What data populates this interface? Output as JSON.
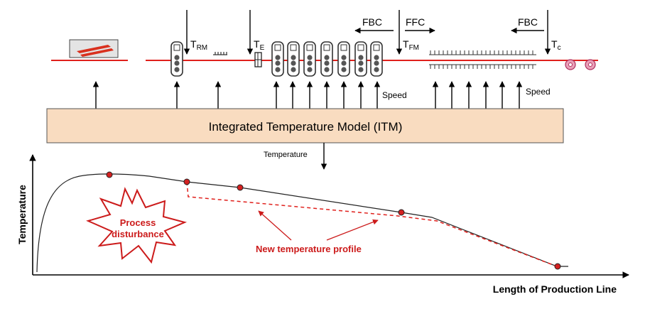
{
  "labels": {
    "t_rm": "T",
    "t_rm_sub": "RM",
    "t_e": "T",
    "t_e_sub": "E",
    "t_fm": "T",
    "t_fm_sub": "FM",
    "t_c": "T",
    "t_c_sub": "c",
    "fbc_left": "FBC",
    "ffc": "FFC",
    "fbc_right": "FBC",
    "speed_1": "Speed",
    "speed_2": "Speed",
    "itm": "Integrated Temperature Model (ITM)",
    "temperature_out": "Temperature",
    "y_axis": "Temperature",
    "x_axis": "Length of Production Line",
    "disturbance_line1": "Process",
    "disturbance_line2": "disturbance",
    "new_profile": "New temperature profile"
  },
  "colors": {
    "line_red": "#e0201c",
    "model_fill": "#f9dcc0",
    "marker_red": "#d42020",
    "annotation_red": "#cc1b1b"
  }
}
